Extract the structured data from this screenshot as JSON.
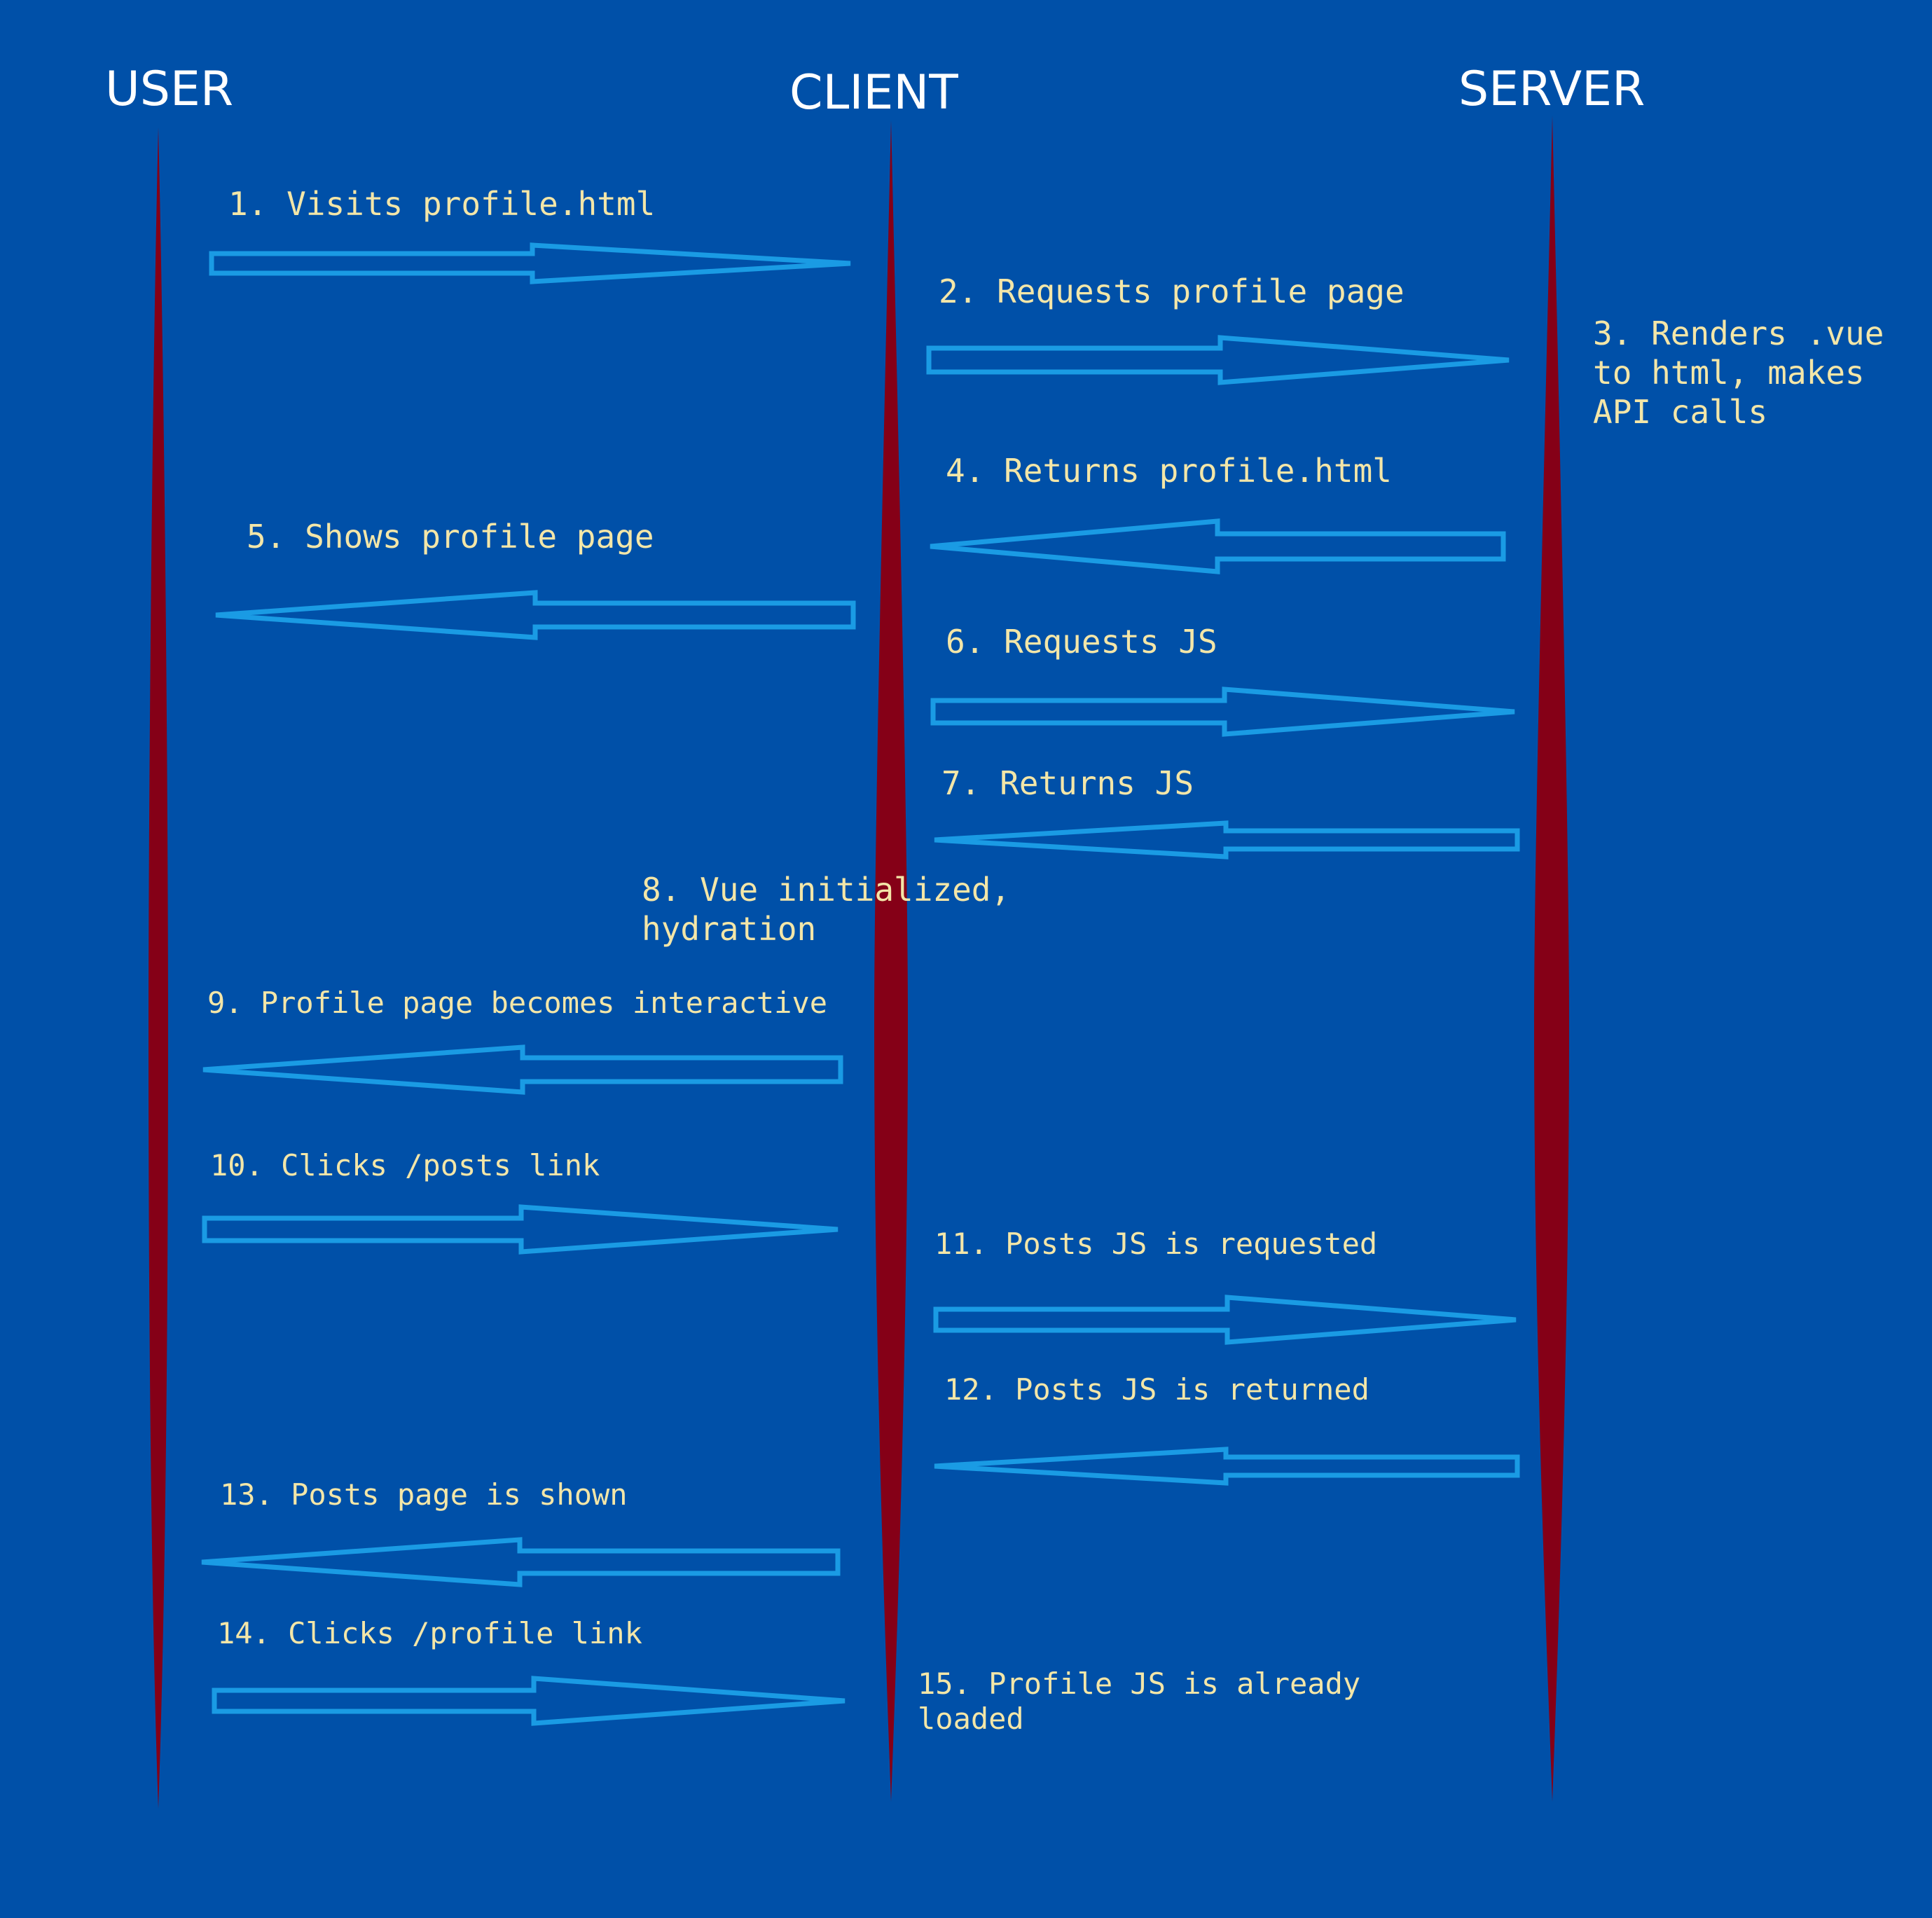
{
  "colors": {
    "background": "#0050a8",
    "lifeline": "#850017",
    "arrow_outline": "#1a9be4",
    "actor_text": "#ffffff",
    "label_text": "#f3e6a8"
  },
  "actors": {
    "user": "USER",
    "client": "CLIENT",
    "server": "SERVER"
  },
  "steps": [
    {
      "id": 1,
      "from": "user",
      "to": "client",
      "lines": [
        "1. Visits profile.html"
      ]
    },
    {
      "id": 2,
      "from": "client",
      "to": "server",
      "lines": [
        "2. Requests profile page"
      ]
    },
    {
      "id": 3,
      "at": "server",
      "lines": [
        "3. Renders .vue",
        "to html, makes",
        "API calls"
      ]
    },
    {
      "id": 4,
      "from": "server",
      "to": "client",
      "lines": [
        "4. Returns profile.html"
      ]
    },
    {
      "id": 5,
      "from": "client",
      "to": "user",
      "lines": [
        "5. Shows profile page"
      ]
    },
    {
      "id": 6,
      "from": "client",
      "to": "server",
      "lines": [
        "6. Requests JS"
      ]
    },
    {
      "id": 7,
      "from": "server",
      "to": "client",
      "lines": [
        "7. Returns JS"
      ]
    },
    {
      "id": 8,
      "at": "client",
      "lines": [
        "8. Vue initialized,",
        "hydration"
      ]
    },
    {
      "id": 9,
      "from": "client",
      "to": "user",
      "lines": [
        "9. Profile page becomes interactive"
      ]
    },
    {
      "id": 10,
      "from": "user",
      "to": "client",
      "lines": [
        "10. Clicks /posts link"
      ]
    },
    {
      "id": 11,
      "from": "client",
      "to": "server",
      "lines": [
        "11. Posts JS is requested"
      ]
    },
    {
      "id": 12,
      "from": "server",
      "to": "client",
      "lines": [
        "12. Posts JS is returned"
      ]
    },
    {
      "id": 13,
      "from": "client",
      "to": "user",
      "lines": [
        "13. Posts page is shown"
      ]
    },
    {
      "id": 14,
      "from": "user",
      "to": "client",
      "lines": [
        "14. Clicks /profile link"
      ]
    },
    {
      "id": 15,
      "at": "client",
      "lines": [
        "15. Profile JS is already",
        "loaded"
      ]
    }
  ]
}
